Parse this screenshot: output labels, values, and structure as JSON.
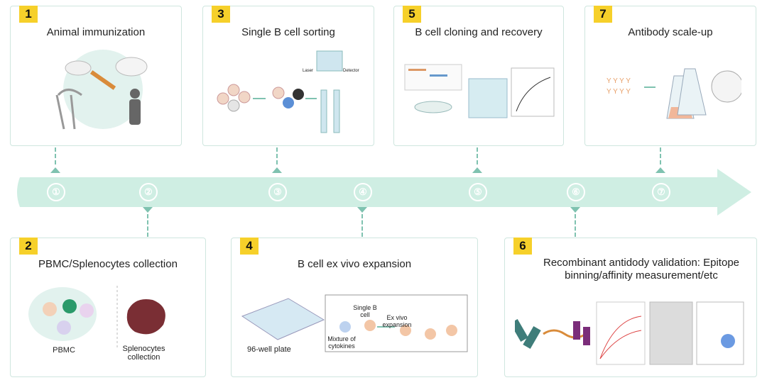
{
  "steps": [
    {
      "num": "1",
      "title": "Animal immunization"
    },
    {
      "num": "2",
      "title": "PBMC/Splenocytes collection",
      "cap_a": "PBMC",
      "cap_b": "Splenocytes collection"
    },
    {
      "num": "3",
      "title": "Single B cell sorting",
      "laser": "Laser",
      "detector": "Detector"
    },
    {
      "num": "4",
      "title": "B cell ex vivo expansion",
      "plate": "96-well plate",
      "mixture": "Mixture of cytokines",
      "single": "Single B cell",
      "exvivo": "Ex vivo expansion"
    },
    {
      "num": "5",
      "title": "B cell cloning and recovery"
    },
    {
      "num": "6",
      "title": "Recombinant antidody validation: Epitope binning/affinity measurement/etc"
    },
    {
      "num": "7",
      "title": "Antibody scale-up"
    }
  ],
  "timeline": [
    "①",
    "②",
    "③",
    "④",
    "⑤",
    "⑥",
    "⑦"
  ],
  "colors": {
    "accent": "#f6d02a",
    "arrow": "#cfeee3",
    "line": "#7fc2b0"
  }
}
